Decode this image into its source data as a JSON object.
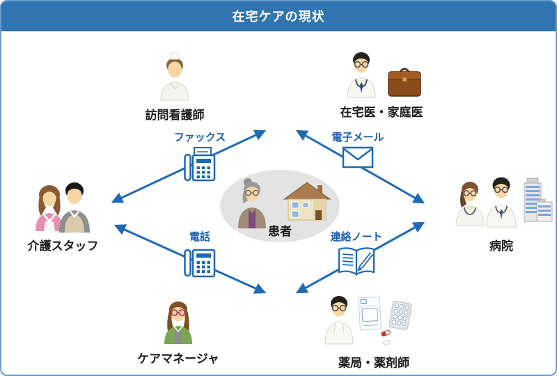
{
  "header": {
    "title": "在宅ケアの現状"
  },
  "nodes": {
    "nurse": {
      "label": "訪問看護師"
    },
    "home_doctor": {
      "label": "在宅医・家庭医"
    },
    "care_staff": {
      "label": "介護スタッフ"
    },
    "hospital": {
      "label": "病院"
    },
    "care_manager": {
      "label": "ケアマネージャ"
    },
    "pharmacy": {
      "label": "薬局・薬剤師"
    },
    "patient": {
      "label": "患者"
    }
  },
  "channels": {
    "fax": {
      "label": "ファックス"
    },
    "email": {
      "label": "電子メール"
    },
    "phone": {
      "label": "電話"
    },
    "note": {
      "label": "連絡ノート"
    }
  },
  "colors": {
    "header_bg": "#3174AF",
    "border": "#699BCB",
    "arrow_blue": "#1E6AB5",
    "channel_blue": "#1B5FAF",
    "label_dark": "#1C1C1C",
    "patient_ellipse": "#E3E3E3"
  }
}
